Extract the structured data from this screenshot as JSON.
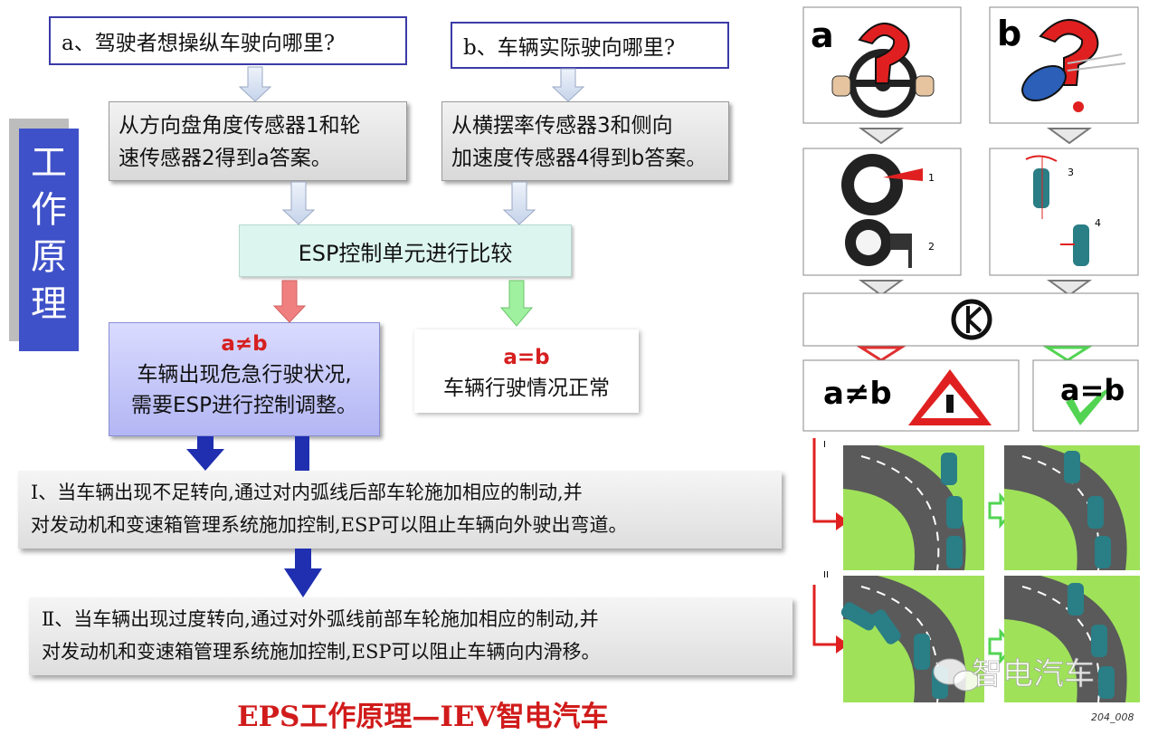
{
  "side_title": [
    "工",
    "作",
    "原",
    "理"
  ],
  "question_a": "a、驾驶者想操纵车驶向哪里?",
  "question_b": "b、车辆实际驶向哪里?",
  "sensor_a": [
    "从方向盘角度传感器1和轮",
    "速传感器2得到a答案。"
  ],
  "sensor_b": [
    "从横摆率传感器3和侧向",
    "加速度传感器4得到b答案。"
  ],
  "compare": "ESP控制单元进行比较",
  "neq": {
    "title": "a≠b",
    "lines": [
      "车辆出现危急行驶状况,",
      "需要ESP进行控制调整。"
    ]
  },
  "eq": {
    "title": "a=b",
    "line": "车辆行驶情况正常"
  },
  "case1": [
    "Ⅰ、当车辆出现不足转向,通过对内弧线后部车轮施加相应的制动,并",
    "对发动机和变速箱管理系统施加控制,ESP可以阻止车辆向外驶出弯道。"
  ],
  "case2": [
    "Ⅱ、当车辆出现过度转向,通过对外弧线前部车轮施加相应的制动,并",
    "对发动机和变速箱管理系统施加控制,ESP可以阻止车辆向内滑移。"
  ],
  "caption": "EPS工作原理—IEV智电汽车",
  "right": {
    "label_a": "a",
    "label_b": "b",
    "num1": "1",
    "num2": "2",
    "num3": "3",
    "num4": "4",
    "neq": "a≠b",
    "eq": "a=b",
    "roman1": "I",
    "roman2": "II",
    "watermark": "智电汽车",
    "code": "204_008"
  },
  "colors": {
    "title_bg": "#3f51c8",
    "caption": "#d11b1b",
    "arrow_blue": "#1f2fb0",
    "red": "#e03030",
    "green": "#52d452"
  }
}
